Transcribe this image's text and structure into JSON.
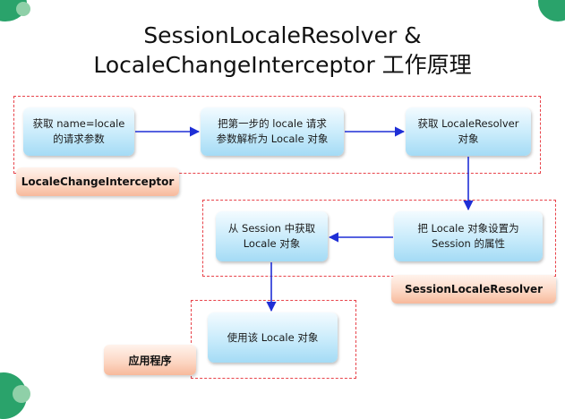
{
  "title": {
    "line1": "SessionLocaleResolver &",
    "line2": "LocaleChangeInterceptor 工作原理"
  },
  "nodes": {
    "get_param": "获取 name=locale\n的请求参数",
    "parse_param": "把第一步的 locale 请求\n参数解析为 Locale 对象",
    "get_resolver": "获取 LocaleResolver\n对象",
    "set_session": "把 Locale 对象设置为\nSession 的属性",
    "get_from_session": "从 Session 中获取\nLocale 对象",
    "use_locale": "使用该 Locale 对象"
  },
  "groups": {
    "interceptor": "LocaleChangeInterceptor",
    "resolver": "SessionLocaleResolver",
    "app": "应用程序"
  },
  "colors": {
    "arrow": "#1f2fd6",
    "region_border": "#e8434a"
  }
}
